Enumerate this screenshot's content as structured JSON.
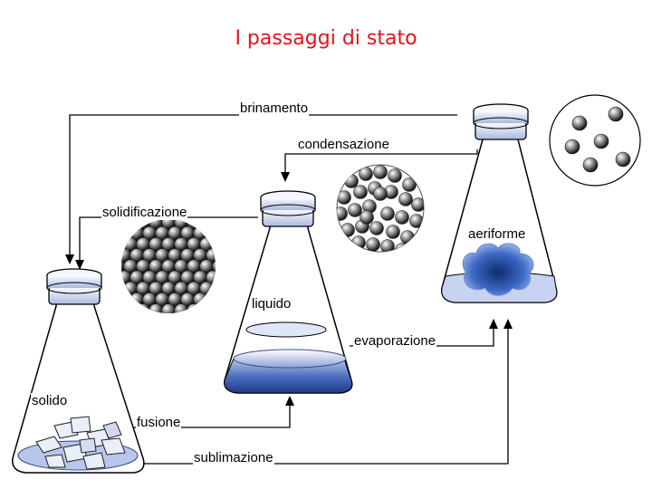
{
  "title": "I passaggi di stato",
  "labels": {
    "brinamento": "brinamento",
    "condensazione": "condensazione",
    "solidificazione": "solidificazione",
    "aeriforme": "aeriforme",
    "liquido": "liquido",
    "evaporazione": "evaporazione",
    "solido": "solido",
    "fusione": "fusione",
    "sublimazione": "sublimazione"
  }
}
